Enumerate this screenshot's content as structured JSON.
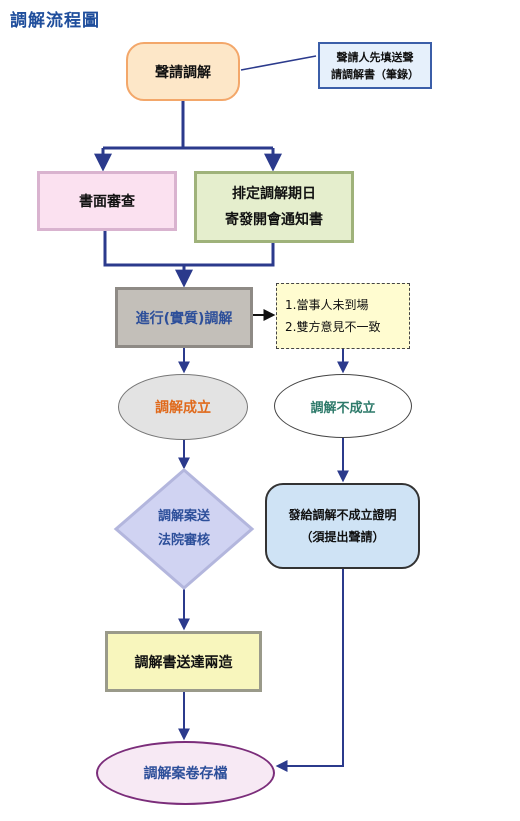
{
  "title": "調解流程圖",
  "nodes": {
    "apply": "聲請調解",
    "note": {
      "line1": "聲請人先填送聲",
      "line2": "請調解書（筆錄）"
    },
    "review": "書面審查",
    "schedule": {
      "line1": "排定調解期日",
      "line2": "寄發開會通知書"
    },
    "mediate": "進行(實質)調解",
    "reasons": {
      "line1": "1.當事人未到場",
      "line2": "2.雙方意見不一致"
    },
    "success": "調解成立",
    "fail": "調解不成立",
    "court": {
      "line1": "調解案送",
      "line2": "法院審核"
    },
    "cert": {
      "line1": "發給調解不成立證明",
      "line2": "（須提出聲請）"
    },
    "deliver": "調解書送達兩造",
    "archive": "調解案卷存檔"
  },
  "colors": {
    "connector": "#2b3a8c",
    "diamond_fill": "#d0d3f2",
    "diamond_stroke": "#b3b6dd"
  }
}
